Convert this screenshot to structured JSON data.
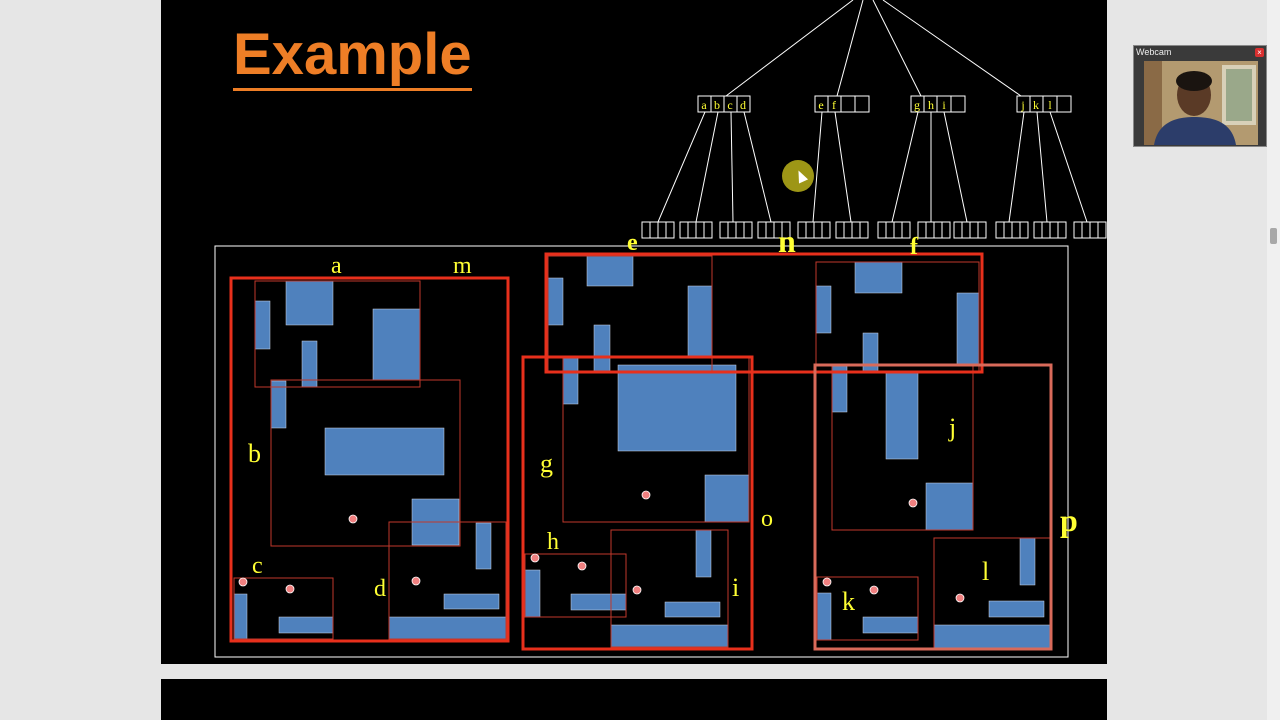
{
  "slide": {
    "title": "Example",
    "title_color": "#ee7e26",
    "background": "#000000"
  },
  "tree": {
    "nodes": [
      {
        "id": "root",
        "entries": [
          "",
          "",
          "",
          ""
        ]
      },
      {
        "id": "n1",
        "entries": [
          "a",
          "b",
          "c",
          "d"
        ]
      },
      {
        "id": "n2",
        "entries": [
          "e",
          "f",
          "",
          ""
        ]
      },
      {
        "id": "n3",
        "entries": [
          "g",
          "h",
          "i",
          ""
        ]
      },
      {
        "id": "n4",
        "entries": [
          "j",
          "k",
          "l",
          ""
        ]
      }
    ],
    "leaf_count": 12
  },
  "region_labels": {
    "a": "a",
    "m": "m",
    "e": "e",
    "n": "n",
    "f": "f",
    "b": "b",
    "g": "g",
    "j": "j",
    "o": "o",
    "p": "p",
    "h": "h",
    "c": "c",
    "d": "d",
    "i": "i",
    "l": "l",
    "k": "k"
  },
  "colors": {
    "mbr_strong": "#e8301c",
    "mbr_thin": "#c0392b",
    "object_fill": "#4f81bd",
    "point": "#f08080",
    "label": "#ffff33",
    "tree_line": "#ffffff"
  },
  "webcam": {
    "title": "Webcam",
    "close_label": "×"
  }
}
